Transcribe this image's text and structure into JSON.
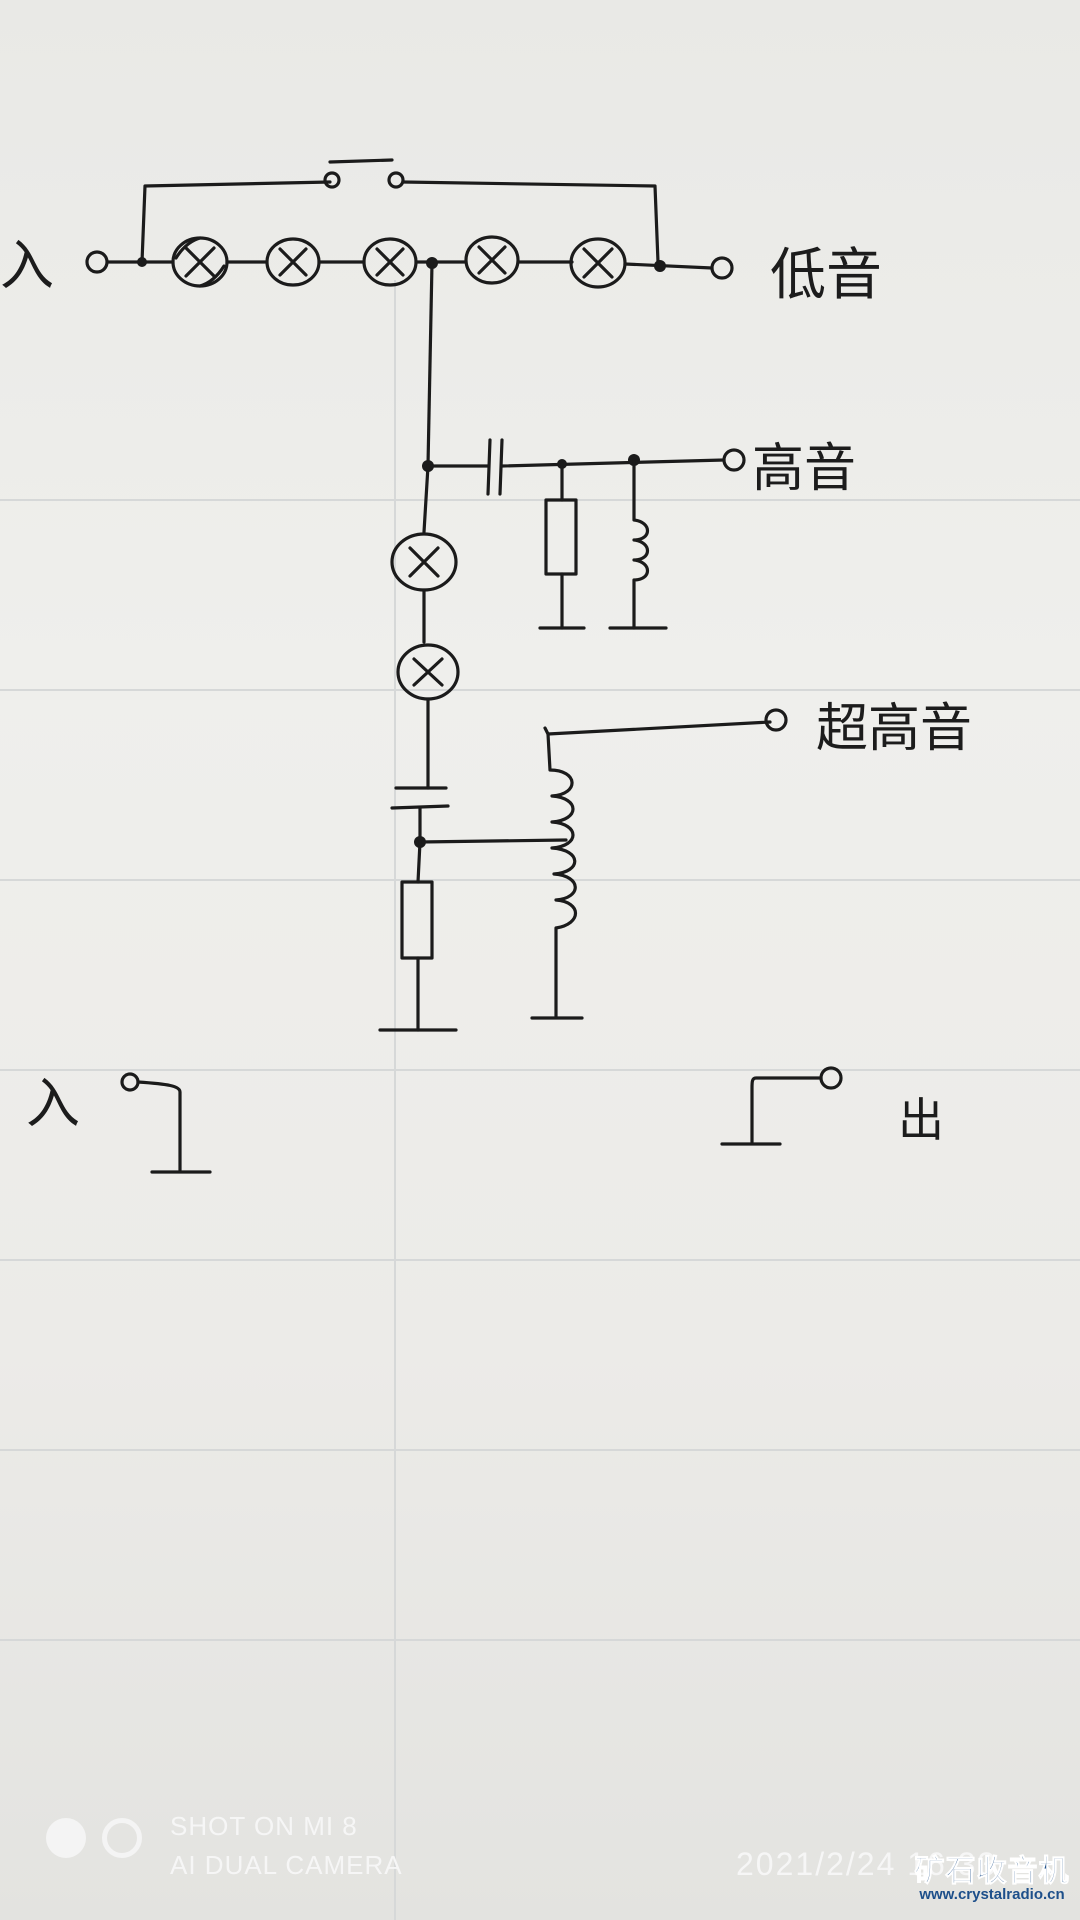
{
  "labels": {
    "input_top": "入",
    "bass": "低音",
    "treble": "高音",
    "super_treble": "超高音",
    "input_bottom": "入",
    "output_bottom": "出"
  },
  "footer": {
    "shot_line1": "SHOT ON MI 8",
    "shot_line2": "AI DUAL CAMERA",
    "timestamp": "2021/2/24 16:33"
  },
  "watermark": {
    "title": "矿石收音机",
    "url": "www.crystalradio.cn"
  },
  "colors": {
    "ink": "#1b1b1b",
    "paper": "#ececea",
    "watermark": "#1d4f8a"
  }
}
